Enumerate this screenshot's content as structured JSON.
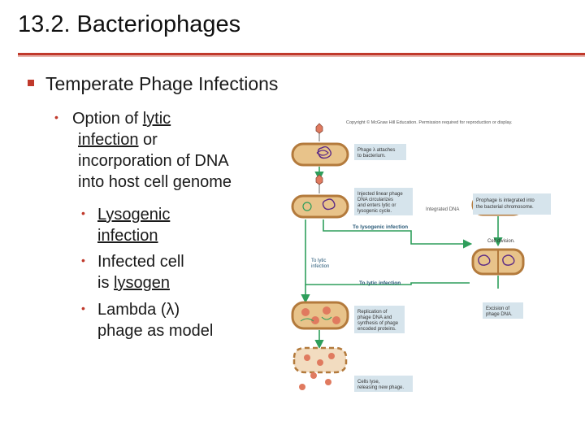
{
  "slide": {
    "title": "13.2. Bacteriophages",
    "bullet1": "Temperate Phage Infections",
    "option": {
      "l1a": "Option of ",
      "l1b": "lytic",
      "l2a": "infection",
      "l2b": " or",
      "l3": "incorporation of DNA",
      "l4": "into host cell genome"
    },
    "sub1": {
      "a": "Lysogenic",
      "b": "infection"
    },
    "sub2": {
      "a": "Infected cell",
      "b1": "is ",
      "b2": "lysogen"
    },
    "sub3": {
      "a": "Lambda (λ)",
      "b": "phage as model"
    }
  },
  "figure": {
    "copyright": "Copyright © McGraw Hill Education. Permission required for reproduction or display.",
    "attach": [
      "Phage λ attaches",
      "to bacterium."
    ],
    "inject": [
      "Injected linear phage",
      "DNA circularizes",
      "and enters lytic or",
      "lysogenic cycle."
    ],
    "integrated": "Integrated DNA",
    "prophage": [
      "Prophage is integrated into",
      "the bacterial chromosome."
    ],
    "to_lysogenic": "To lysogenic infection",
    "cell_division": "Cell division.",
    "to_lytic_side": [
      "To lytic",
      "infection"
    ],
    "to_lytic": "To lytic infection",
    "replication": [
      "Replication of",
      "phage DNA and",
      "synthesis of phage",
      "encoded proteins."
    ],
    "excision": [
      "Excision of",
      "phage DNA."
    ],
    "lyse": [
      "Cells lyse,",
      "releasing new phage."
    ]
  },
  "colors": {
    "accent": "#c0392b",
    "cell_fill": "#e8c38a",
    "cell_edge": "#b37a3c",
    "label_box": "#d6e4ec",
    "arrow": "#2e9e5b",
    "dna": "#5b2a86"
  }
}
